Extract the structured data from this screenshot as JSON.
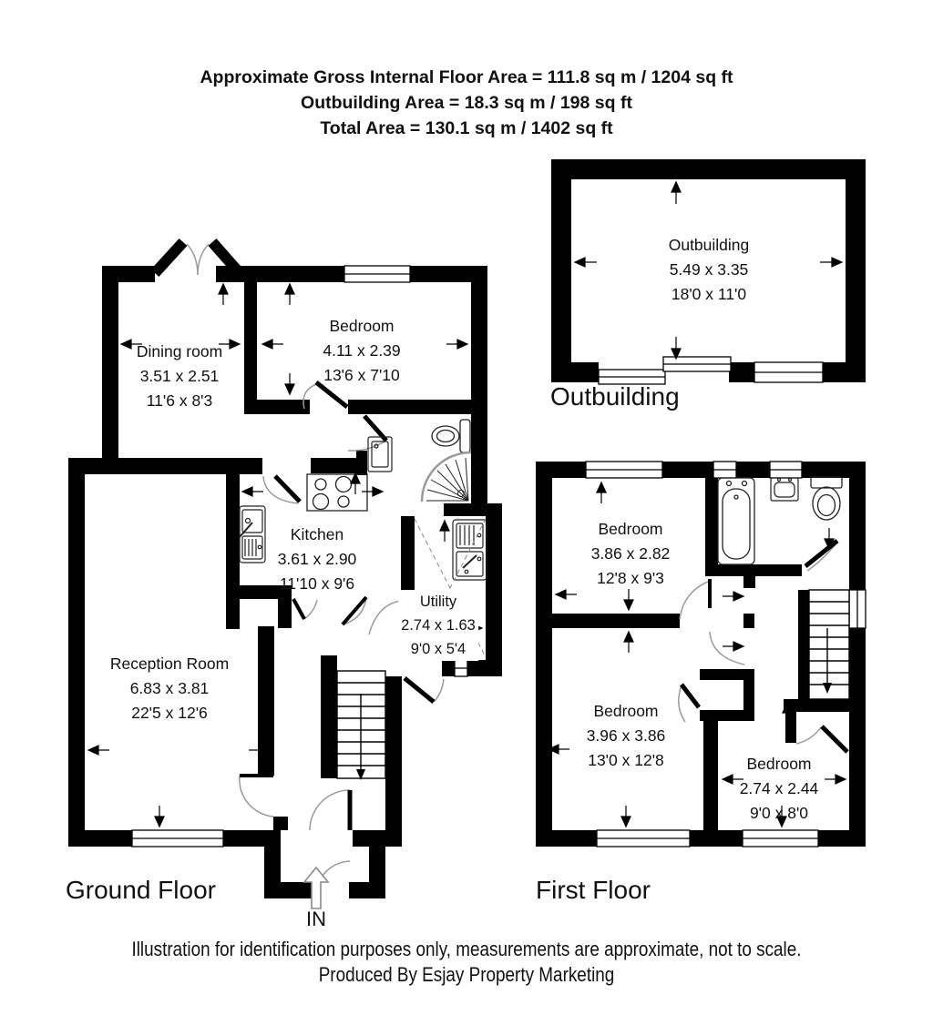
{
  "title_block": {
    "line1": "Approximate Gross Internal Floor Area = 111.8 sq m / 1204 sq ft",
    "line2": "Outbuilding Area = 18.3 sq m / 198 sq ft",
    "line3": "Total Area = 130.1 sq m / 1402 sq ft"
  },
  "rooms": {
    "dining": {
      "name": "Dining room",
      "metric": "3.51 x 2.51",
      "imperial": "11'6 x 8'3"
    },
    "bedroom_gf": {
      "name": "Bedroom",
      "metric": "4.11 x 2.39",
      "imperial": "13'6 x 7'10"
    },
    "kitchen": {
      "name": "Kitchen",
      "metric": "3.61 x 2.90",
      "imperial": "11'10 x 9'6"
    },
    "utility": {
      "name": "Utility",
      "metric": "2.74 x 1.63",
      "imperial": "9'0 x 5'4"
    },
    "reception": {
      "name": "Reception Room",
      "metric": "6.83 x 3.81",
      "imperial": "22'5 x 12'6"
    },
    "outbuilding": {
      "name": "Outbuilding",
      "metric": "5.49 x 3.35",
      "imperial": "18'0 x 11'0"
    },
    "bedroom_ff_1": {
      "name": "Bedroom",
      "metric": "3.86 x 2.82",
      "imperial": "12'8 x 9'3"
    },
    "bedroom_ff_2": {
      "name": "Bedroom",
      "metric": "3.96 x 3.86",
      "imperial": "13'0 x 12'8"
    },
    "bedroom_ff_3": {
      "name": "Bedroom",
      "metric": "2.74 x 2.44",
      "imperial": "9'0 x 8'0"
    }
  },
  "floor_labels": {
    "ground": "Ground Floor",
    "outbuilding": "Outbuilding",
    "first": "First Floor"
  },
  "entrance": {
    "label": "IN"
  },
  "footer": {
    "line1": "Illustration for identification purposes only, measurements are approximate, not to scale.",
    "line2": "Produced By Esjay Property Marketing"
  },
  "colors": {
    "wall": "#000000",
    "background": "#ffffff",
    "door_arc": "#999999"
  }
}
